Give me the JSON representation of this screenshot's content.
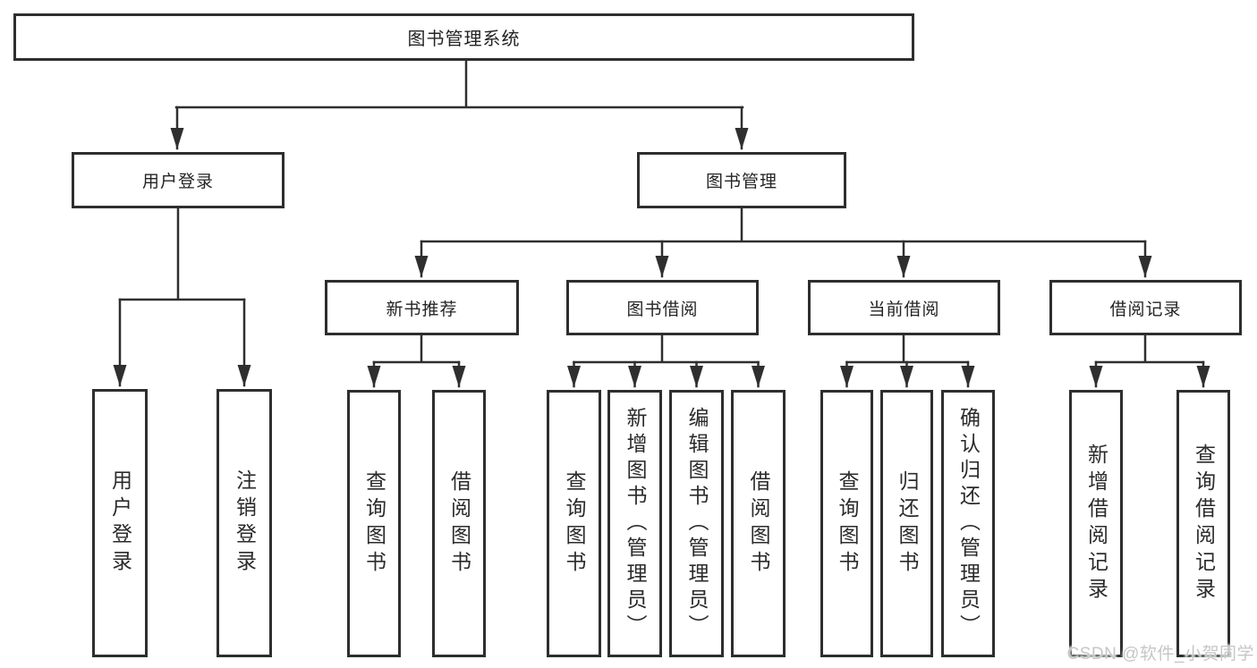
{
  "tree": {
    "root": "图书管理系统",
    "level2": {
      "user_login": "用户登录",
      "book_mgmt": "图书管理"
    },
    "level3": {
      "new_books": "新书推荐",
      "book_borrow": "图书借阅",
      "current_borrow": "当前借阅",
      "borrow_records": "借阅记录"
    },
    "leaves": {
      "user_login_leaf": "用户登录",
      "logout": "注销登录",
      "nb_query_books": "查询图书",
      "nb_borrow_books": "借阅图书",
      "bb_query_books": "查询图书",
      "bb_add_books": "新增图书（管理员）",
      "bb_edit_books": "编辑图书（管理员）",
      "bb_borrow_books": "借阅图书",
      "cb_query_books": "查询图书",
      "cb_return_books": "归还图书",
      "cb_confirm_return": "确认归还（管理员）",
      "br_add_record": "新增借阅记录",
      "br_query_record": "查询借阅记录"
    }
  },
  "watermark": "CSDN @软件_小贺同学",
  "colors": {
    "line": "#2f2f2f",
    "box_border": "#2e2e2e",
    "text": "#242424",
    "background": "#ffffff",
    "watermark": "#c6c6c6"
  }
}
